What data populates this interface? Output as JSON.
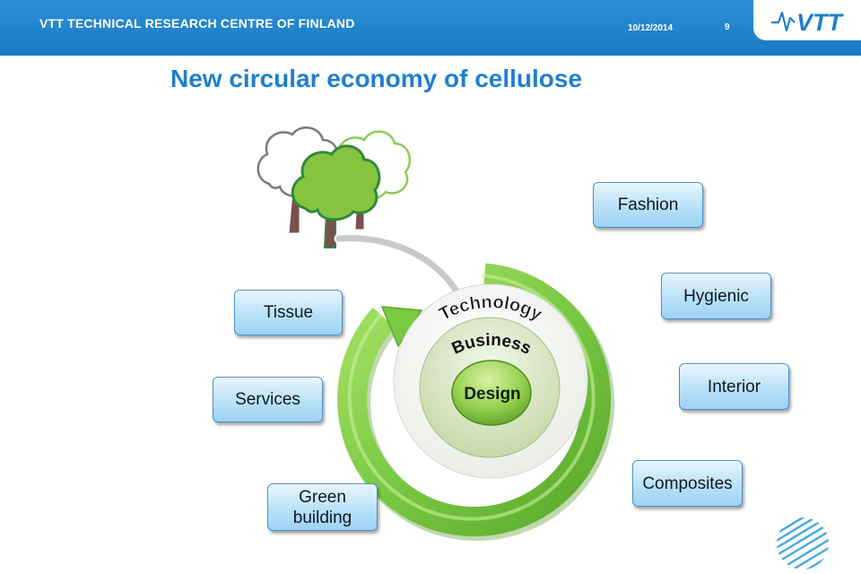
{
  "header": {
    "organization": "VTT TECHNICAL RESEARCH CENTRE OF FINLAND",
    "date": "10/12/2014",
    "page_number": "9",
    "logo_text": "VTT"
  },
  "slide": {
    "title": "New circular economy of cellulose"
  },
  "diagram": {
    "rings": {
      "outer": "Technology",
      "middle": "Business",
      "inner": "Design"
    },
    "applications": {
      "fashion": "Fashion",
      "tissue": "Tissue",
      "hygienic": "Hygienic",
      "services": "Services",
      "interior": "Interior",
      "green_building_line1": "Green",
      "green_building_line2": "building",
      "composites": "Composites"
    }
  },
  "colors": {
    "header_blue": "#1b7ac6",
    "title_blue": "#1f7fd0",
    "arrow_green": "#7ac943",
    "box_fill": "#b9e1f8"
  }
}
